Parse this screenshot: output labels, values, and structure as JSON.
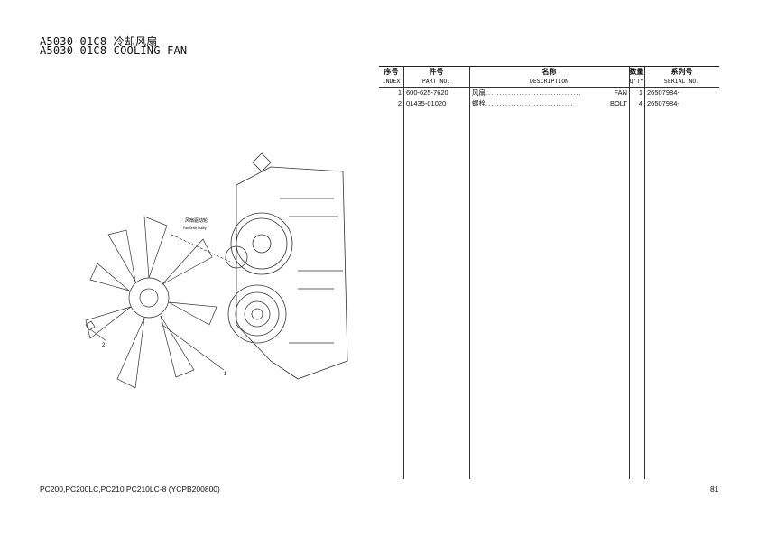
{
  "title": {
    "line1": "A5030-01C8 冷却风扇",
    "line2": "A5030-01C8 COOLING FAN"
  },
  "table": {
    "headers": [
      {
        "cn": "序号",
        "en": "INDEX"
      },
      {
        "cn": "件号",
        "en": "PART NO."
      },
      {
        "cn": "名称",
        "en": "DESCRIPTION"
      },
      {
        "cn": "数量",
        "en": "Q'TY"
      },
      {
        "cn": "系列号",
        "en": "SERIAL NO."
      }
    ],
    "rows": [
      {
        "index": "1",
        "part": "600-625-7620",
        "desc_cn": "风扇",
        "dots": "..................................",
        "desc_en": "FAN",
        "qty": "1",
        "serial": "26507984-"
      },
      {
        "index": "2",
        "part": "01435-01020",
        "desc_cn": "螺栓",
        "dots": "...............................",
        "desc_en": "BOLT",
        "qty": "4",
        "serial": "26507984-"
      }
    ]
  },
  "diagram": {
    "callout_cn": "风扇驱动轮",
    "callout_en": "Fan Drive Pulley",
    "label1": "1",
    "label2": "2"
  },
  "footer": {
    "models": "PC200,PC200LC,PC210,PC210LC-8 (YCPB200800)",
    "page": "81"
  }
}
